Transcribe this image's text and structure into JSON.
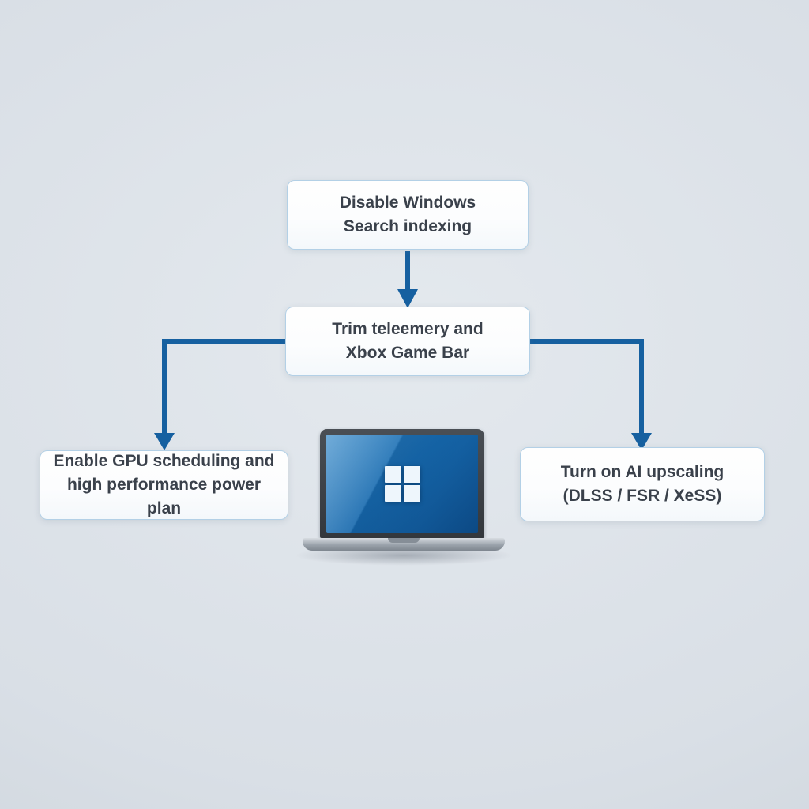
{
  "diagram": {
    "type": "flowchart",
    "nodes": {
      "top": {
        "line1": "Disable Windows",
        "line2": "Search indexing"
      },
      "middle": {
        "line1": "Trim teleemery and",
        "line2": "Xbox Game Bar"
      },
      "left": {
        "line1": "Enable GPU scheduling and",
        "line2": "high performance power plan"
      },
      "right": {
        "line1": "Turn on AI upscaling",
        "line2": "(DLSS / FSR / XeSS)"
      }
    },
    "edges": [
      {
        "from": "top",
        "to": "middle",
        "style": "arrow-down"
      },
      {
        "from": "middle",
        "to": "left",
        "style": "elbow-arrow-down"
      },
      {
        "from": "middle",
        "to": "right",
        "style": "elbow-arrow-down"
      }
    ],
    "illustration": "laptop-with-windows-logo",
    "colors": {
      "background": "#d9dfe6",
      "node_fill": "#fcfdfe",
      "node_border": "#b3d0e6",
      "node_text": "#3a414b",
      "connector": "#1660a0",
      "screen_blue": "#1669ae",
      "laptop_gray": "#9aa2ab"
    }
  }
}
